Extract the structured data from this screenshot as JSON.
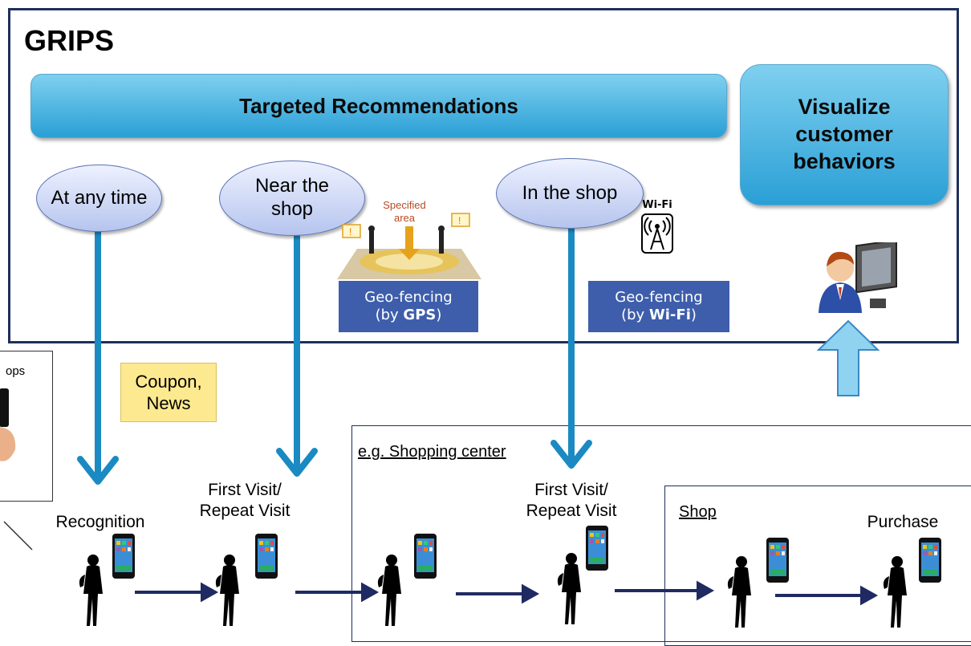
{
  "title": "GRIPS",
  "banner": "Targeted Recommendations",
  "visualize": {
    "line1": "Visualize",
    "line2": "customer",
    "line3": "behaviors"
  },
  "ellipses": [
    {
      "label": "At any time"
    },
    {
      "line1": "Near the",
      "line2": "shop"
    },
    {
      "label": "In the shop"
    }
  ],
  "specified_area": {
    "line1": "Specified",
    "line2": "area"
  },
  "wifi_badge": "Wi-Fi",
  "geofence_gps": {
    "line1": "Geo-fencing",
    "prefix": "(by ",
    "bold": "GPS",
    "suffix": ")"
  },
  "geofence_wifi": {
    "line1": "Geo-fencing",
    "prefix": "(by ",
    "bold": "Wi-Fi",
    "suffix": ")"
  },
  "apps_label": "ops",
  "coupon": {
    "line1": "Coupon,",
    "line2": "News"
  },
  "shopping_center_label": "e.g. Shopping center",
  "shop_label": "Shop",
  "steps": {
    "recognition": "Recognition",
    "first_visit_1": {
      "line1": "First Visit/",
      "line2": "Repeat Visit"
    },
    "first_visit_2": {
      "line1": "First Visit/",
      "line2": "Repeat Visit"
    },
    "purchase": "Purchase"
  },
  "colors": {
    "frame": "#1e2f5c",
    "arrow_blue": "#1b8ac2",
    "banner": "#2a9fd6",
    "geo_box": "#3e5eab",
    "note": "#fde98f",
    "flow_arrow": "#1f2a63"
  }
}
